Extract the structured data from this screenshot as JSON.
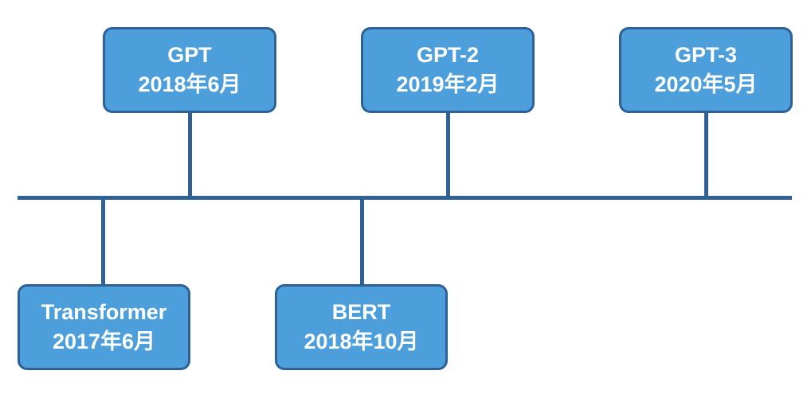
{
  "colors": {
    "box_fill": "#4d9fdc",
    "box_border": "#2f6096",
    "line": "#2f6096",
    "text": "#ffffff"
  },
  "events": [
    {
      "name": "Transformer",
      "date": "2017年6月"
    },
    {
      "name": "GPT",
      "date": "2018年6月"
    },
    {
      "name": "BERT",
      "date": "2018年10月"
    },
    {
      "name": "GPT-2",
      "date": "2019年2月"
    },
    {
      "name": "GPT-3",
      "date": "2020年5月"
    }
  ]
}
